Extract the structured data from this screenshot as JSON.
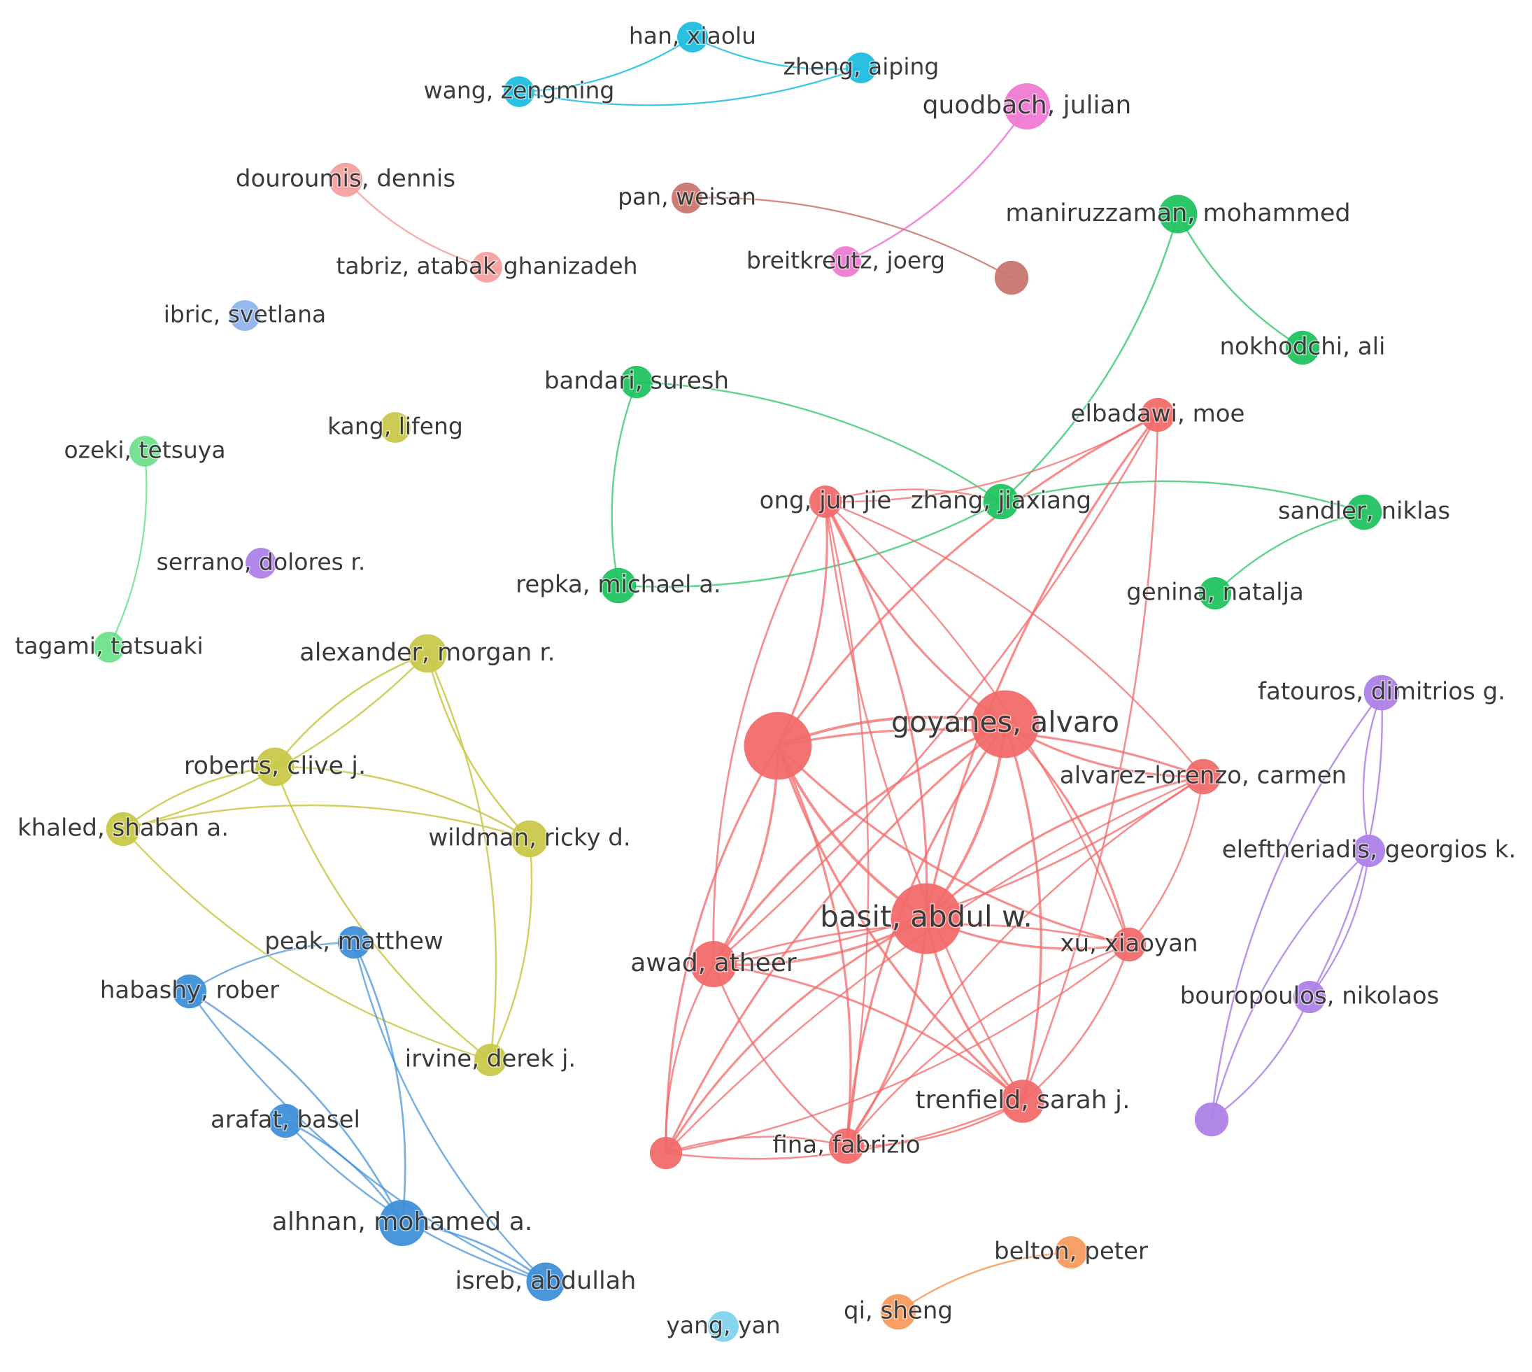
{
  "clusters": {
    "cyan": "#1fbde0",
    "pink": "#f07ad2",
    "salmon": "#f5a0a0",
    "brown": "#c9766e",
    "green": "#21c25f",
    "lightgreen": "#6ee08c",
    "lightblue": "#8fb3ec",
    "yellow": "#c8c84a",
    "red": "#f26a6a",
    "purple": "#ad82e6",
    "blue": "#3e8fd8",
    "orange": "#f79a5c",
    "skyblue": "#7fd3ec"
  },
  "nodes": [
    {
      "id": "han",
      "label": "han, xiaolu",
      "cluster": "cyan",
      "weight": 1
    },
    {
      "id": "zheng",
      "label": "zheng, aiping",
      "cluster": "cyan",
      "weight": 1
    },
    {
      "id": "wang",
      "label": "wang, zengming",
      "cluster": "cyan",
      "weight": 1
    },
    {
      "id": "quodbach",
      "label": "quodbach, julian",
      "cluster": "pink",
      "weight": 2
    },
    {
      "id": "breitkreutz",
      "label": "breitkreutz, joerg",
      "cluster": "pink",
      "weight": 1
    },
    {
      "id": "douroumis",
      "label": "douroumis, dennis",
      "cluster": "salmon",
      "weight": 1.2
    },
    {
      "id": "tabriz",
      "label": "tabriz, atabak ghanizadeh",
      "cluster": "salmon",
      "weight": 1
    },
    {
      "id": "pan",
      "label": "pan, weisan",
      "cluster": "brown",
      "weight": 1
    },
    {
      "id": "brown_unl",
      "label": "",
      "cluster": "brown",
      "weight": 1.2
    },
    {
      "id": "maniruzzaman",
      "label": "maniruzzaman, mohammed",
      "cluster": "green",
      "weight": 1.5
    },
    {
      "id": "nokhodchi",
      "label": "nokhodchi, ali",
      "cluster": "green",
      "weight": 1.2
    },
    {
      "id": "ibric",
      "label": "ibric, svetlana",
      "cluster": "lightblue",
      "weight": 1
    },
    {
      "id": "bandari",
      "label": "bandari, suresh",
      "cluster": "green",
      "weight": 1.1
    },
    {
      "id": "repka",
      "label": "repka, michael a.",
      "cluster": "green",
      "weight": 1.3
    },
    {
      "id": "zhang",
      "label": "zhang, jiaxiang",
      "cluster": "green",
      "weight": 1.3
    },
    {
      "id": "sandler",
      "label": "sandler, niklas",
      "cluster": "green",
      "weight": 1.3
    },
    {
      "id": "genina",
      "label": "genina, natalja",
      "cluster": "green",
      "weight": 1.1
    },
    {
      "id": "elbadawi",
      "label": "elbadawi, moe",
      "cluster": "red",
      "weight": 1.2
    },
    {
      "id": "ong",
      "label": "ong, jun jie",
      "cluster": "red",
      "weight": 1.1
    },
    {
      "id": "kang",
      "label": "kang, lifeng",
      "cluster": "yellow",
      "weight": 1
    },
    {
      "id": "ozeki",
      "label": "ozeki, tetsuya",
      "cluster": "lightgreen",
      "weight": 1
    },
    {
      "id": "serrano",
      "label": "serrano, dolores r.",
      "cluster": "purple",
      "weight": 1
    },
    {
      "id": "tagami",
      "label": "tagami, tatsuaki",
      "cluster": "lightgreen",
      "weight": 1
    },
    {
      "id": "alexander",
      "label": "alexander, morgan r.",
      "cluster": "yellow",
      "weight": 1.5
    },
    {
      "id": "roberts",
      "label": "roberts, clive j.",
      "cluster": "yellow",
      "weight": 1.5
    },
    {
      "id": "khaled",
      "label": "khaled, shaban a.",
      "cluster": "yellow",
      "weight": 1.2
    },
    {
      "id": "wildman",
      "label": "wildman, ricky d.",
      "cluster": "yellow",
      "weight": 1.4
    },
    {
      "id": "irvine",
      "label": "irvine, derek j.",
      "cluster": "yellow",
      "weight": 1.1
    },
    {
      "id": "gaisford",
      "label": "",
      "cluster": "red",
      "weight": 3.4
    },
    {
      "id": "goyanes",
      "label": "goyanes, alvaro",
      "cluster": "red",
      "weight": 3.4
    },
    {
      "id": "alvarez",
      "label": "alvarez-lorenzo, carmen",
      "cluster": "red",
      "weight": 1.3
    },
    {
      "id": "basit",
      "label": "basit, abdul w.",
      "cluster": "red",
      "weight": 3.6
    },
    {
      "id": "xu",
      "label": "xu, xiaoyan",
      "cluster": "red",
      "weight": 1.2
    },
    {
      "id": "awad",
      "label": "awad, atheer",
      "cluster": "red",
      "weight": 2
    },
    {
      "id": "trenfield",
      "label": "trenfield, sarah j.",
      "cluster": "red",
      "weight": 1.8
    },
    {
      "id": "fina",
      "label": "fina, fabrizio",
      "cluster": "red",
      "weight": 1.3
    },
    {
      "id": "red_unl",
      "label": "",
      "cluster": "red",
      "weight": 1.1
    },
    {
      "id": "fatouros",
      "label": "fatouros, dimitrios g.",
      "cluster": "purple",
      "weight": 1.3
    },
    {
      "id": "eleftheriadis",
      "label": "eleftheriadis, georgios k.",
      "cluster": "purple",
      "weight": 1.1
    },
    {
      "id": "bouropoulos",
      "label": "bouropoulos, nikolaos",
      "cluster": "purple",
      "weight": 1.1
    },
    {
      "id": "purple_unl",
      "label": "",
      "cluster": "purple",
      "weight": 1.2
    },
    {
      "id": "peak",
      "label": "peak, matthew",
      "cluster": "blue",
      "weight": 1.1
    },
    {
      "id": "habashy",
      "label": "habashy, rober",
      "cluster": "blue",
      "weight": 1.2
    },
    {
      "id": "arafat",
      "label": "arafat, basel",
      "cluster": "blue",
      "weight": 1.2
    },
    {
      "id": "alhnan",
      "label": "alhnan, mohamed a.",
      "cluster": "blue",
      "weight": 2
    },
    {
      "id": "isreb",
      "label": "isreb, abdullah",
      "cluster": "blue",
      "weight": 1.5
    },
    {
      "id": "belton",
      "label": "belton, peter",
      "cluster": "orange",
      "weight": 1.1
    },
    {
      "id": "qi",
      "label": "qi, sheng",
      "cluster": "orange",
      "weight": 1.3
    },
    {
      "id": "yang",
      "label": "yang, yan",
      "cluster": "skyblue",
      "weight": 1
    }
  ],
  "edges": [
    [
      "han",
      "zheng"
    ],
    [
      "zheng",
      "wang"
    ],
    [
      "wang",
      "han"
    ],
    [
      "quodbach",
      "breitkreutz"
    ],
    [
      "douroumis",
      "tabriz"
    ],
    [
      "pan",
      "brown_unl"
    ],
    [
      "maniruzzaman",
      "nokhodchi"
    ],
    [
      "maniruzzaman",
      "zhang"
    ],
    [
      "bandari",
      "repka"
    ],
    [
      "bandari",
      "zhang"
    ],
    [
      "repka",
      "zhang"
    ],
    [
      "zhang",
      "sandler"
    ],
    [
      "sandler",
      "genina"
    ],
    [
      "ozeki",
      "tagami"
    ],
    [
      "alexander",
      "roberts"
    ],
    [
      "alexander",
      "khaled"
    ],
    [
      "alexander",
      "wildman"
    ],
    [
      "alexander",
      "irvine"
    ],
    [
      "roberts",
      "khaled"
    ],
    [
      "roberts",
      "wildman"
    ],
    [
      "roberts",
      "irvine"
    ],
    [
      "khaled",
      "wildman"
    ],
    [
      "khaled",
      "irvine"
    ],
    [
      "wildman",
      "irvine"
    ],
    [
      "fatouros",
      "eleftheriadis"
    ],
    [
      "fatouros",
      "bouropoulos"
    ],
    [
      "fatouros",
      "purple_unl"
    ],
    [
      "eleftheriadis",
      "bouropoulos"
    ],
    [
      "eleftheriadis",
      "purple_unl"
    ],
    [
      "bouropoulos",
      "purple_unl"
    ],
    [
      "peak",
      "habashy"
    ],
    [
      "peak",
      "alhnan"
    ],
    [
      "peak",
      "isreb"
    ],
    [
      "habashy",
      "alhnan"
    ],
    [
      "habashy",
      "isreb"
    ],
    [
      "arafat",
      "alhnan"
    ],
    [
      "arafat",
      "isreb"
    ],
    [
      "alhnan",
      "isreb"
    ],
    [
      "belton",
      "qi"
    ],
    [
      "gaisford",
      "goyanes"
    ],
    [
      "gaisford",
      "basit"
    ],
    [
      "gaisford",
      "awad"
    ],
    [
      "gaisford",
      "trenfield"
    ],
    [
      "gaisford",
      "fina"
    ],
    [
      "gaisford",
      "xu"
    ],
    [
      "gaisford",
      "alvarez"
    ],
    [
      "gaisford",
      "ong"
    ],
    [
      "gaisford",
      "elbadawi"
    ],
    [
      "gaisford",
      "red_unl"
    ],
    [
      "goyanes",
      "basit"
    ],
    [
      "goyanes",
      "awad"
    ],
    [
      "goyanes",
      "trenfield"
    ],
    [
      "goyanes",
      "fina"
    ],
    [
      "goyanes",
      "xu"
    ],
    [
      "goyanes",
      "alvarez"
    ],
    [
      "goyanes",
      "ong"
    ],
    [
      "goyanes",
      "red_unl"
    ],
    [
      "basit",
      "awad"
    ],
    [
      "basit",
      "trenfield"
    ],
    [
      "basit",
      "fina"
    ],
    [
      "basit",
      "xu"
    ],
    [
      "basit",
      "alvarez"
    ],
    [
      "basit",
      "ong"
    ],
    [
      "basit",
      "elbadawi"
    ],
    [
      "basit",
      "red_unl"
    ],
    [
      "awad",
      "trenfield"
    ],
    [
      "awad",
      "fina"
    ],
    [
      "awad",
      "xu"
    ],
    [
      "awad",
      "alvarez"
    ],
    [
      "awad",
      "ong"
    ],
    [
      "awad",
      "red_unl"
    ],
    [
      "trenfield",
      "fina"
    ],
    [
      "trenfield",
      "xu"
    ],
    [
      "trenfield",
      "ong"
    ],
    [
      "trenfield",
      "elbadawi"
    ],
    [
      "trenfield",
      "red_unl"
    ],
    [
      "fina",
      "red_unl"
    ],
    [
      "fina",
      "xu"
    ],
    [
      "fina",
      "ong"
    ],
    [
      "fina",
      "alvarez"
    ],
    [
      "xu",
      "alvarez"
    ],
    [
      "xu",
      "red_unl"
    ],
    [
      "xu",
      "ong"
    ],
    [
      "ong",
      "zhang"
    ],
    [
      "ong",
      "elbadawi"
    ],
    [
      "ong",
      "alvarez"
    ],
    [
      "alvarez",
      "red_unl"
    ],
    [
      "elbadawi",
      "awad"
    ]
  ]
}
